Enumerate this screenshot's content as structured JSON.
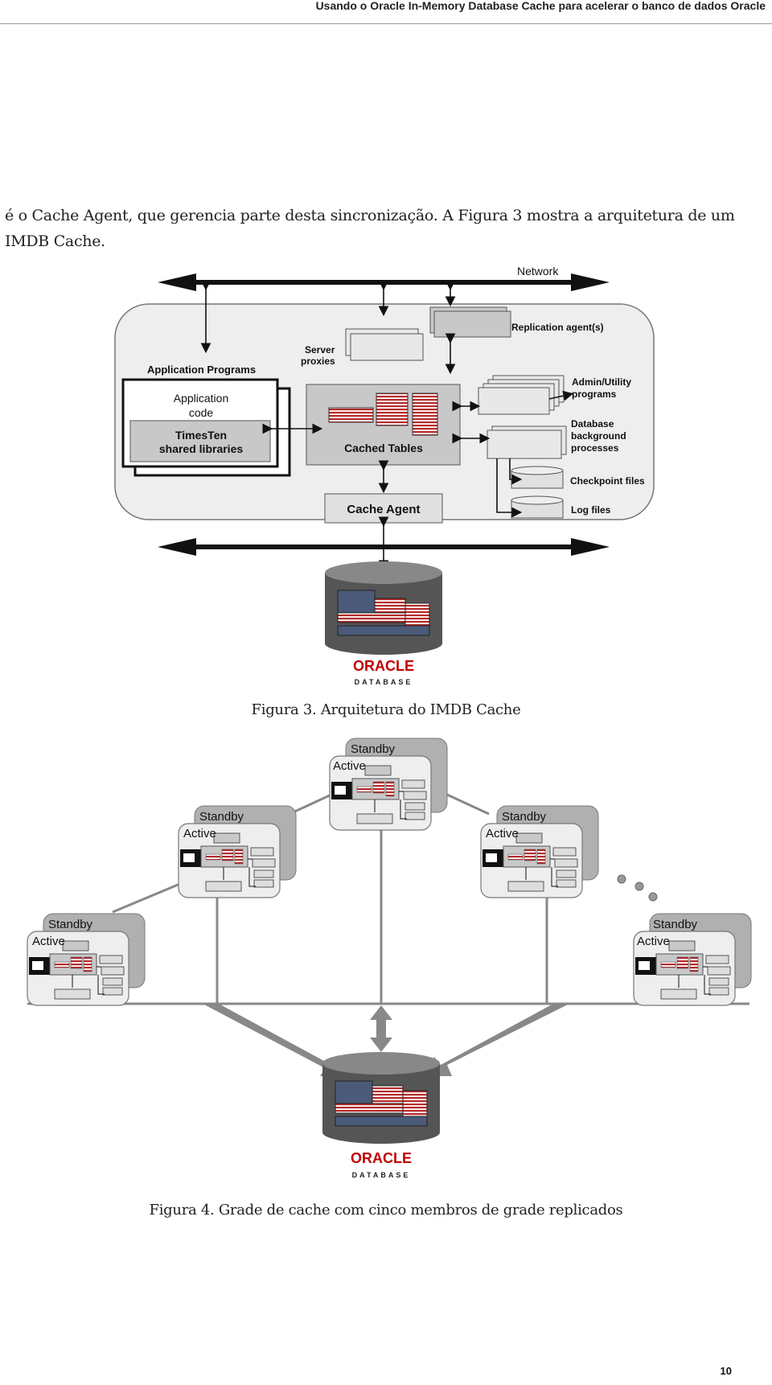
{
  "header": {
    "title": "Usando o Oracle In-Memory Database Cache para acelerar o banco de dados Oracle"
  },
  "body": {
    "paragraph": "é o Cache Agent, que gerencia parte desta sincronização. A Figura 3 mostra a arquitetura de um IMDB Cache."
  },
  "figure3": {
    "network": "Network",
    "replication_agents": "Replication agent(s)",
    "application_programs": "Application Programs",
    "application_code_line1": "Application",
    "application_code_line2": "code",
    "timesten_line1": "TimesTen",
    "timesten_line2": "shared libraries",
    "server_proxies_line1": "Server",
    "server_proxies_line2": "proxies",
    "cached_tables": "Cached Tables",
    "admin_utility_line1": "Admin/Utility",
    "admin_utility_line2": "programs",
    "db_background_line1": "Database",
    "db_background_line2": "background",
    "db_background_line3": "processes",
    "checkpoint_files": "Checkpoint files",
    "log_files": "Log files",
    "cache_agent": "Cache Agent",
    "oracle_logo": "ORACLE",
    "oracle_database": "DATABASE",
    "caption": "Figura 3. Arquitetura do IMDB Cache"
  },
  "figure4": {
    "standby": "Standby",
    "active": "Active",
    "oracle_logo": "ORACLE",
    "oracle_database": "DATABASE",
    "caption": "Figura 4. Grade de cache com cinco membros de grade replicados"
  },
  "footer": {
    "page_number": "10"
  },
  "colors": {
    "panel_fill": "#eeeeee",
    "box_fill": "#c8c8c8",
    "table_red": "#b52a2a",
    "db_body": "#555555",
    "db_blue": "#4a5a78",
    "oracle_red": "#c00000"
  }
}
